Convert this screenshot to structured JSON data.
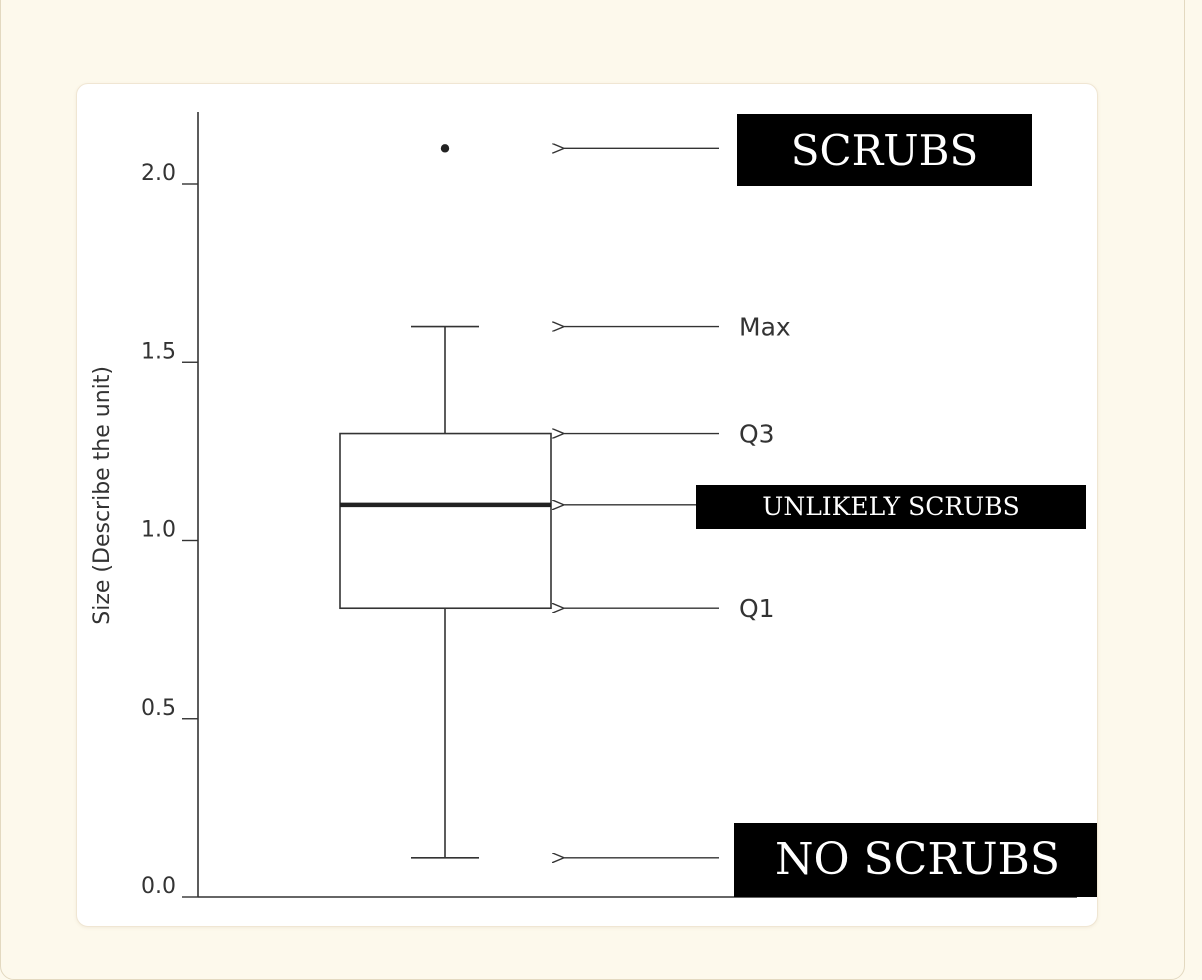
{
  "chart_data": {
    "type": "boxplot",
    "ylabel": "Size (Describe the unit)",
    "ylim": [
      0,
      2.2
    ],
    "yticks": [
      "0.0",
      "0.5",
      "1.0",
      "1.5",
      "2.0"
    ],
    "box": {
      "min": 0.11,
      "q1": 0.81,
      "median": 1.1,
      "q3": 1.3,
      "max": 1.6,
      "outliers": [
        2.1
      ]
    },
    "annotations": [
      {
        "key": "outlier",
        "text": "SCRUBS",
        "y": 2.1,
        "style": "boxed"
      },
      {
        "key": "max",
        "text": "Max",
        "y": 1.6,
        "style": "plain"
      },
      {
        "key": "q3",
        "text": "Q3",
        "y": 1.3,
        "style": "plain"
      },
      {
        "key": "median",
        "text": "UNLIKELY SCRUBS",
        "y": 1.1,
        "style": "boxed"
      },
      {
        "key": "q1",
        "text": "Q1",
        "y": 0.81,
        "style": "plain"
      },
      {
        "key": "min",
        "text": "NO SCRUBS",
        "y": 0.11,
        "style": "boxed"
      }
    ]
  },
  "colors": {
    "background": "#fdf9ec",
    "card": "#ffffff",
    "ink": "#333333",
    "label_box": "#000000",
    "label_text": "#ffffff"
  }
}
